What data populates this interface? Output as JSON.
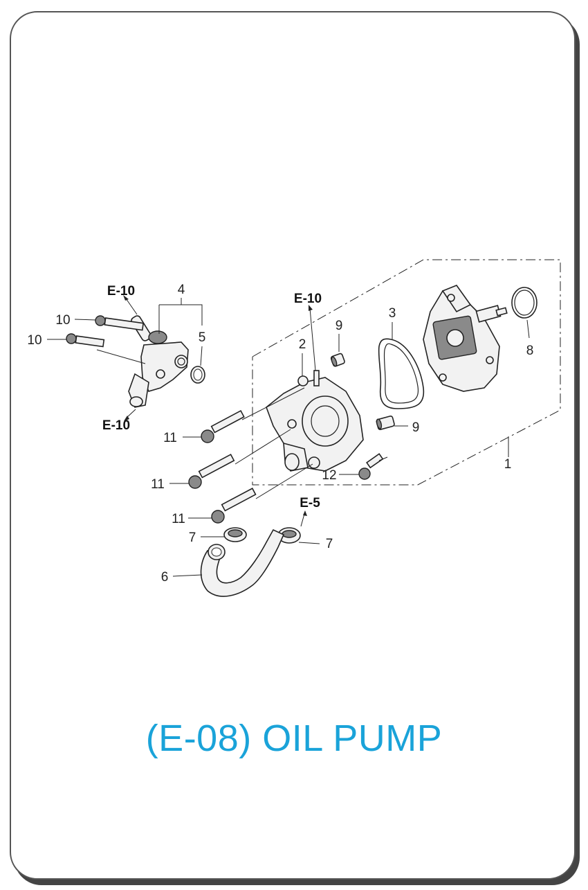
{
  "diagram": {
    "callouts": {
      "c1": "1",
      "c2": "2",
      "c3": "3",
      "c4": "4",
      "c5": "5",
      "c6": "6",
      "c7a": "7",
      "c7b": "7",
      "c8": "8",
      "c9a": "9",
      "c9b": "9",
      "c10a": "10",
      "c10b": "10",
      "c11a": "11",
      "c11b": "11",
      "c11c": "11",
      "c12": "12"
    },
    "refs": {
      "r1": "E-10",
      "r2": "E-10",
      "r3": "E-10",
      "r4": "E-5"
    }
  },
  "footer": {
    "title": "(E-08) OIL PUMP",
    "title_color": "#1aa3d9"
  }
}
